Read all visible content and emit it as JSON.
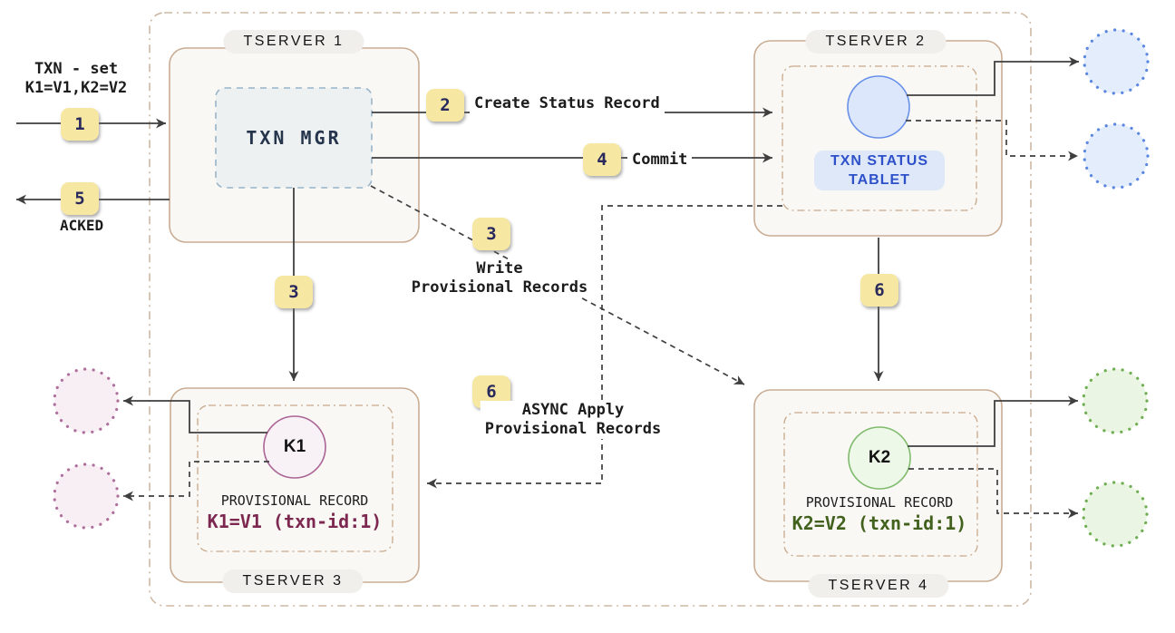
{
  "servers": {
    "t1": {
      "label": "TSERVER 1"
    },
    "t2": {
      "label": "TSERVER 2"
    },
    "t3": {
      "label": "TSERVER 3"
    },
    "t4": {
      "label": "TSERVER 4"
    }
  },
  "txn_mgr_label": "TXN MGR",
  "status_tablet_label": "TXN STATUS\nTABLET",
  "records": {
    "k1": {
      "key": "K1",
      "title": "PROVISIONAL RECORD",
      "value": "K1=V1 (txn-id:1)"
    },
    "k2": {
      "key": "K2",
      "title": "PROVISIONAL RECORD",
      "value": "K2=V2 (txn-id:1)"
    }
  },
  "steps": {
    "s1": {
      "num": "1",
      "label": "TXN - set\nK1=V1,K2=V2"
    },
    "s2": {
      "num": "2",
      "label": "Create Status Record"
    },
    "s3": {
      "num": "3",
      "label": "Write\nProvisional Records"
    },
    "s4": {
      "num": "4",
      "label": "Commit"
    },
    "s5": {
      "num": "5",
      "label": "ACKED"
    },
    "s6": {
      "num": "6",
      "label": "ASYNC Apply\nProvisional Records"
    }
  },
  "colors": {
    "badge_bg": "#f6e7a2",
    "badge_text": "#29295e",
    "server_fill": "#faf8f4",
    "server_border": "#c9ac94",
    "boundary_border": "#cdb8a4",
    "inner_dashdot_border": "#c8a98c",
    "txn_mgr_fill": "#edf1f2",
    "txn_mgr_border": "#98b4c9",
    "status_circle_fill": "#dce7fb",
    "status_circle_border": "#6991e9",
    "status_label_bg": "#dee8f9",
    "status_label_text": "#2e51c9",
    "k1_circle_fill": "#f8f1f6",
    "k1_circle_border": "#aa6595",
    "k1_value_text": "#7c2850",
    "k2_circle_fill": "#eef8e9",
    "k2_circle_border": "#7fbb6c",
    "k2_value_text": "#41611d",
    "replica_blue_fill": "#e4edfb",
    "replica_blue_border": "#5c87e0",
    "replica_pink_fill": "#f7eff3",
    "replica_pink_border": "#af6f9d",
    "replica_green_fill": "#ebf5e4",
    "replica_green_border": "#6fae52",
    "arrow": "#3f3f3f"
  }
}
